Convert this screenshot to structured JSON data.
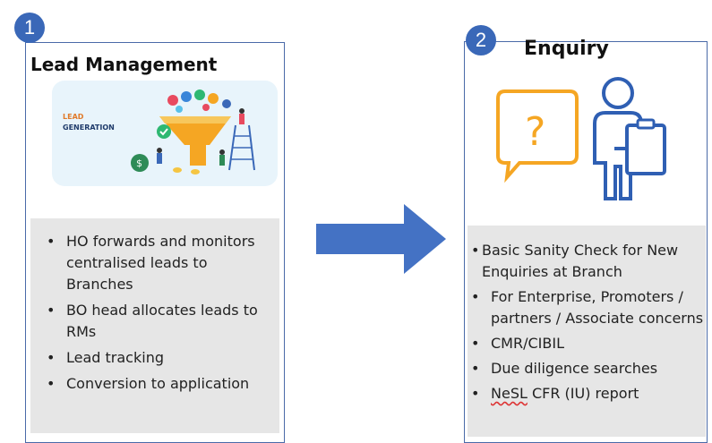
{
  "step1": {
    "number": "1",
    "title": "Lead Management",
    "image_text_line1": "LEAD",
    "image_text_line2": "GENERATION",
    "bullets": [
      "HO forwards and monitors centralised leads to Branches",
      "BO head allocates leads to RMs",
      "Lead tracking",
      "Conversion to application"
    ]
  },
  "step2": {
    "number": "2",
    "title": "Enquiry",
    "icon": "person-clipboard-question-icon",
    "bullets": [
      "Basic Sanity Check for New Enquiries at Branch",
      "For Enterprise, Promoters / partners / Associate concerns",
      "CMR/CIBIL",
      "Due diligence searches"
    ],
    "last_bullet_prefix": "NeSL",
    "last_bullet_rest": " CFR (IU) report"
  },
  "colors": {
    "accent_blue": "#3a68b8",
    "border_blue": "#4a6aa8",
    "arrow_blue": "#4472c4",
    "icon_orange": "#f5a623",
    "icon_blue": "#2f5fb3",
    "panel_gray": "#e6e6e6"
  }
}
